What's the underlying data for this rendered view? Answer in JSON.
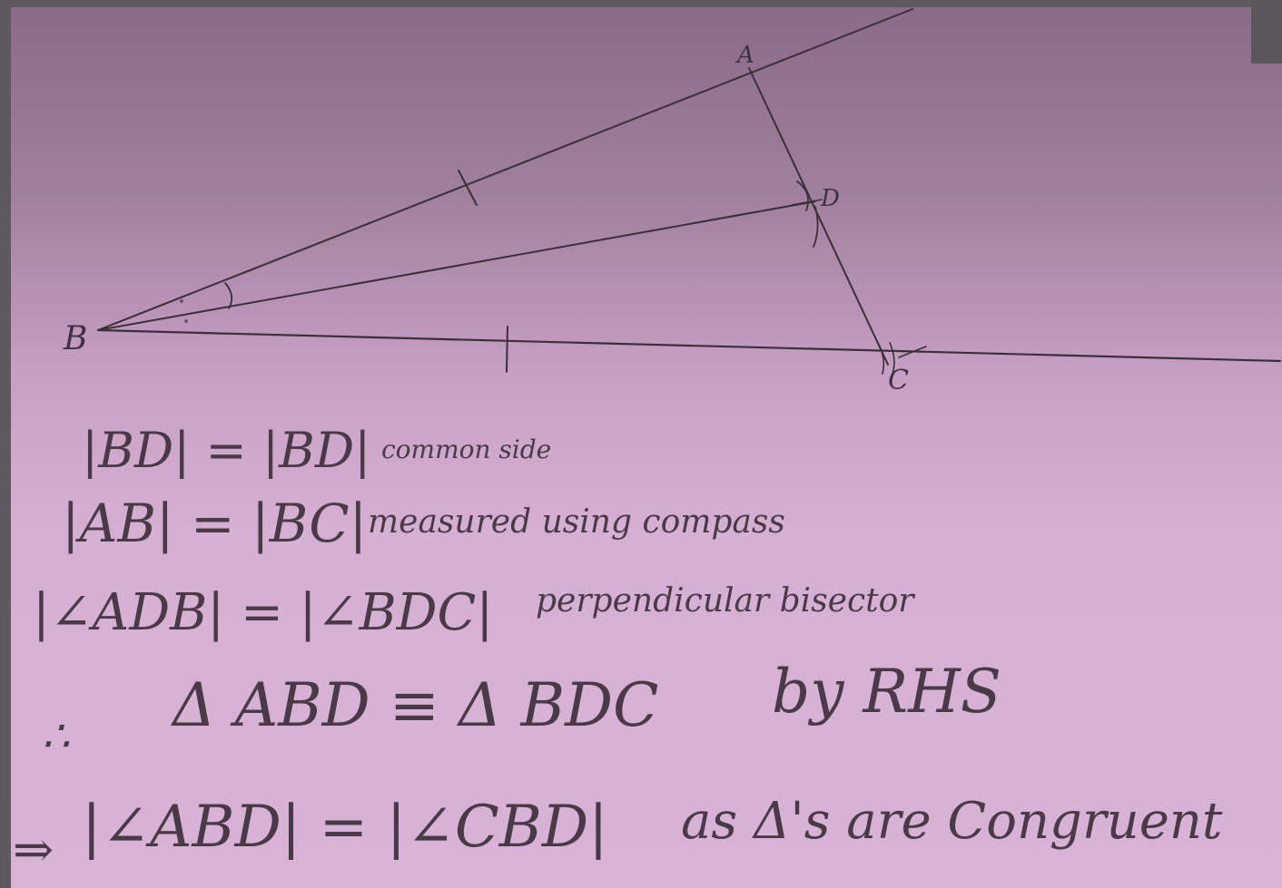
{
  "diagram": {
    "labels": {
      "A": "A",
      "B": "B",
      "C": "C",
      "D": "D"
    }
  },
  "proof": {
    "line1": {
      "statement": "|BD| = |BD|",
      "reason": "common side"
    },
    "line2": {
      "statement": "|AB| = |BC|",
      "reason": "measured using compass"
    },
    "line3": {
      "statement": "|∠ADB| = |∠BDC|",
      "reason": "perpendicular bisector"
    },
    "line4": {
      "therefore": "∴",
      "statement": "Δ ABD ≡ Δ BDC",
      "reason": "by RHS"
    },
    "line5": {
      "implies": "⇒",
      "statement": "|∠ABD| = |∠CBD|",
      "reason": "as Δ's are Congruent"
    }
  },
  "colors": {
    "paper": "#d6b0d3",
    "pencil": "#3b3038",
    "background": "#6f6a6e"
  }
}
